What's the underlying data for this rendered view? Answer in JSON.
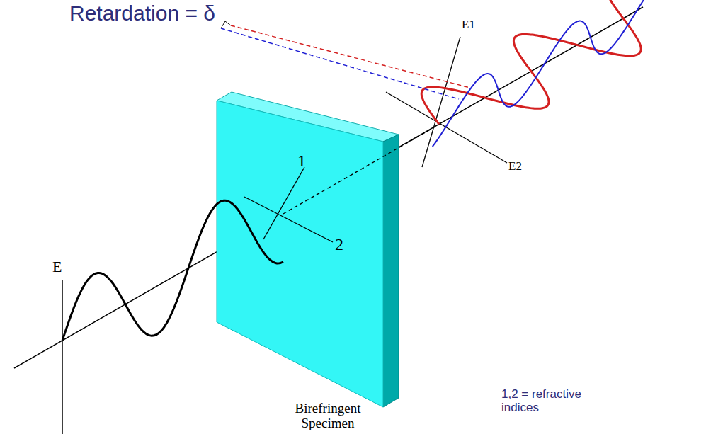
{
  "diagram": {
    "title": "Retardation = δ",
    "labels": [
      "E",
      "1",
      "2",
      "E1",
      "E2",
      "Birefringent Specimen",
      "1,2 = refractive indices"
    ]
  }
}
